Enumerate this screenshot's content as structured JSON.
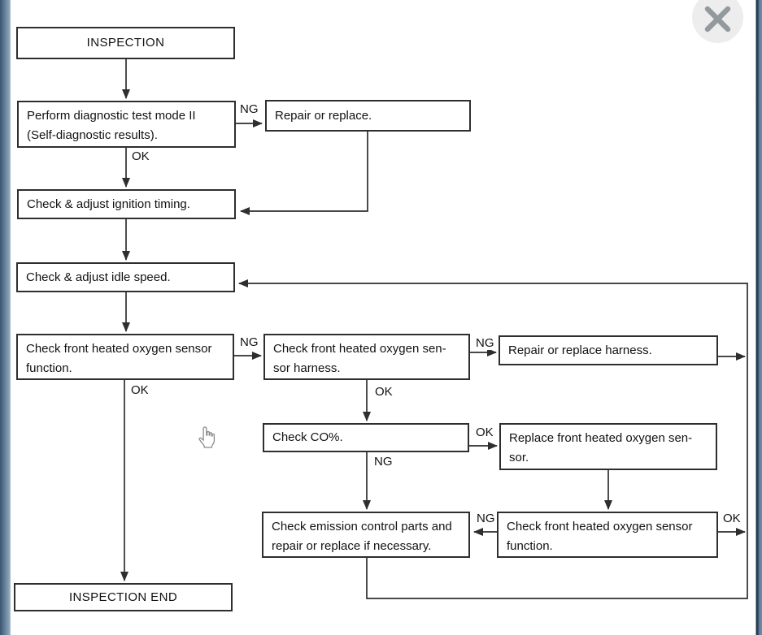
{
  "window": {
    "close_icon": "x-close"
  },
  "flowchart": {
    "nodes": [
      {
        "id": "inspection",
        "text": "INSPECTION"
      },
      {
        "id": "perform-diagnostic-test",
        "text": "Perform diagnostic test mode II\n(Self-diagnostic results)."
      },
      {
        "id": "repair-or-replace",
        "text": "Repair or replace."
      },
      {
        "id": "check-adjust-ignition-timing",
        "text": "Check & adjust ignition timing."
      },
      {
        "id": "check-adjust-idle-speed",
        "text": "Check & adjust idle speed."
      },
      {
        "id": "check-front-o2-sensor-function",
        "text": "Check front heated oxygen sensor\nfunction."
      },
      {
        "id": "check-front-o2-sensor-harness",
        "text": "Check front heated oxygen sen-\nsor harness."
      },
      {
        "id": "repair-or-replace-harness",
        "text": "Repair or replace harness."
      },
      {
        "id": "check-co-percent",
        "text": "Check CO%."
      },
      {
        "id": "replace-front-o2-sensor",
        "text": "Replace front heated oxygen sen-\nsor."
      },
      {
        "id": "check-emission-control-parts",
        "text": "Check emission control parts and\nrepair or replace if necessary."
      },
      {
        "id": "check-front-o2-sensor-function-2",
        "text": "Check front heated oxygen sensor\nfunction."
      },
      {
        "id": "inspection-end",
        "text": "INSPECTION END"
      }
    ],
    "edge_labels": [
      {
        "id": "ng-diagnostic",
        "text": "NG"
      },
      {
        "id": "ok-diagnostic",
        "text": "OK"
      },
      {
        "id": "ng-sensor-function",
        "text": "NG"
      },
      {
        "id": "ok-sensor-function",
        "text": "OK"
      },
      {
        "id": "ng-sensor-harness",
        "text": "NG"
      },
      {
        "id": "ok-sensor-harness",
        "text": "OK"
      },
      {
        "id": "ok-check-co",
        "text": "OK"
      },
      {
        "id": "ng-check-co",
        "text": "NG"
      },
      {
        "id": "ng-sensor-function-2",
        "text": "NG"
      },
      {
        "id": "ok-sensor-function-2",
        "text": "OK"
      }
    ],
    "colors": {
      "line": "#2e2e2e",
      "box_border": "#2e2e2e",
      "text": "#121212",
      "page": "#ffffff",
      "frame_edge": "#5f7e9a"
    }
  }
}
